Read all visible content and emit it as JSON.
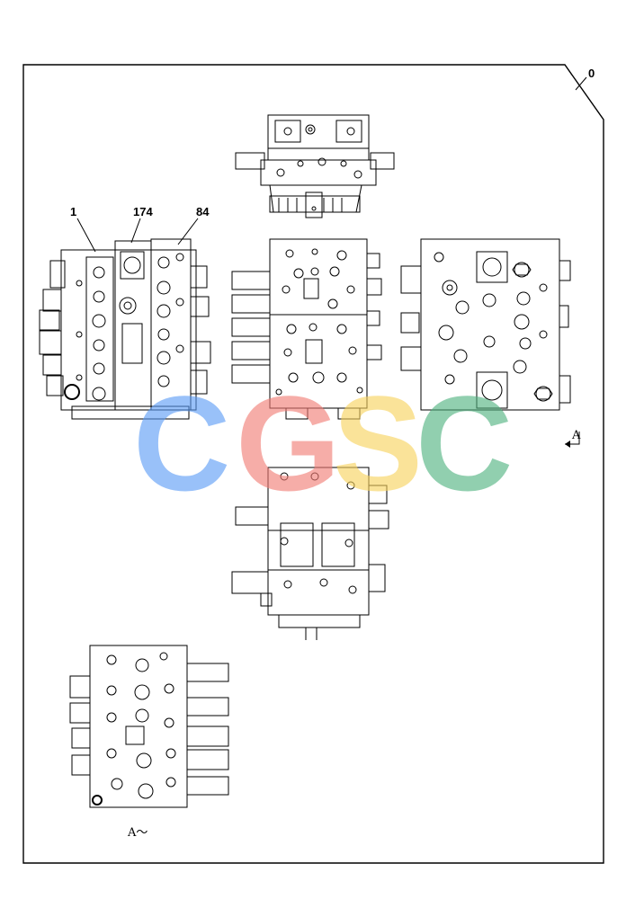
{
  "diagram": {
    "callouts": {
      "assembly": "0",
      "part_1": "1",
      "part_174": "174",
      "part_84": "84"
    },
    "view_marker": "A",
    "view_caption": "A～",
    "watermark": {
      "letters": [
        "C",
        "G",
        "S",
        "C"
      ],
      "colors": [
        "#5b9cf6",
        "#f27b73",
        "#f7d25c",
        "#4fb27f"
      ]
    }
  }
}
